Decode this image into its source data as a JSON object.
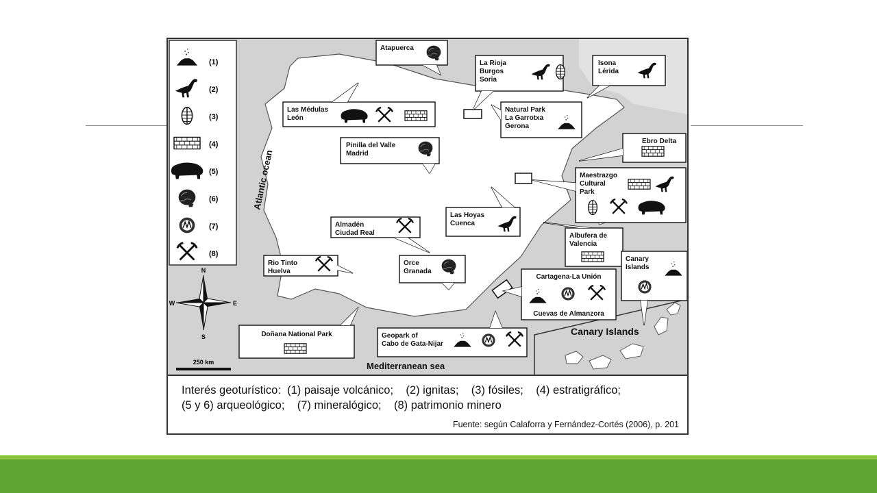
{
  "legend": [
    {
      "num": "(1)",
      "icon": "volcano-icon"
    },
    {
      "num": "(2)",
      "icon": "dinosaur-icon"
    },
    {
      "num": "(3)",
      "icon": "trilobite-icon"
    },
    {
      "num": "(4)",
      "icon": "strata-icon"
    },
    {
      "num": "(5)",
      "icon": "bison-icon"
    },
    {
      "num": "(6)",
      "icon": "skull-icon"
    },
    {
      "num": "(7)",
      "icon": "mineral-icon"
    },
    {
      "num": "(8)",
      "icon": "pickaxe-icon"
    }
  ],
  "compass": {
    "n": "N",
    "s": "S",
    "e": "E",
    "w": "W"
  },
  "scale": "250 km",
  "seas": {
    "atlantic": "Atlantic ocean",
    "mediterranean": "Mediterranean sea",
    "canary": "Canary Islands"
  },
  "sites": [
    {
      "lines": [
        "Atapuerca"
      ],
      "icons": [
        "skull-icon"
      ]
    },
    {
      "lines": [
        "La Rioja",
        "Burgos",
        "Soria"
      ],
      "icons": [
        "dinosaur-icon",
        "trilobite-icon"
      ]
    },
    {
      "lines": [
        "Isona",
        "Lérida"
      ],
      "icons": [
        "dinosaur-icon"
      ]
    },
    {
      "lines": [
        "Las Médulas",
        "León"
      ],
      "icons": [
        "bison-icon",
        "pickaxe-icon",
        "strata-icon"
      ]
    },
    {
      "lines": [
        "Natural Park",
        "La Garrotxa",
        "Gerona"
      ],
      "icons": [
        "volcano-icon"
      ]
    },
    {
      "lines": [
        "Ebro Delta"
      ],
      "icons": [
        "strata-icon"
      ]
    },
    {
      "lines": [
        "Pinilla del Valle",
        "Madrid"
      ],
      "icons": [
        "skull-icon"
      ]
    },
    {
      "lines": [
        "Maestrazgo",
        "Cultural",
        "Park"
      ],
      "icons": [
        "strata-icon",
        "dinosaur-icon",
        "trilobite-icon",
        "pickaxe-icon",
        "bison-icon"
      ]
    },
    {
      "lines": [
        "Las Hoyas",
        "Cuenca"
      ],
      "icons": [
        "dinosaur-icon"
      ]
    },
    {
      "lines": [
        "Almadén",
        "Ciudad Real"
      ],
      "icons": [
        "pickaxe-icon"
      ]
    },
    {
      "lines": [
        "Albufera de",
        "Valencia"
      ],
      "icons": [
        "strata-icon"
      ]
    },
    {
      "lines": [
        "Rio Tinto",
        "Huelva"
      ],
      "icons": [
        "pickaxe-icon"
      ]
    },
    {
      "lines": [
        "Orce",
        "Granada"
      ],
      "icons": [
        "skull-icon"
      ]
    },
    {
      "lines": [
        "Cartagena-La Unión",
        "Cuevas de Almanzora"
      ],
      "icons": [
        "volcano-icon",
        "mineral-icon",
        "pickaxe-icon"
      ]
    },
    {
      "lines": [
        "Canary",
        "Islands"
      ],
      "icons": [
        "volcano-icon",
        "mineral-icon"
      ]
    },
    {
      "lines": [
        "Doñana National Park"
      ],
      "icons": [
        "strata-icon"
      ]
    },
    {
      "lines": [
        "Geopark of",
        "Cabo de Gata-Nijar"
      ],
      "icons": [
        "volcano-icon",
        "mineral-icon",
        "pickaxe-icon"
      ]
    }
  ],
  "caption": {
    "line1": "Interés geoturístico:  (1) paisaje volcánico;    (2) ignitas;    (3) fósiles;    (4) estratigráfico;",
    "line2": "(5 y 6) arqueológico;    (7) mineralógico;    (8) patrimonio minero",
    "source": "Fuente: según Calaforra y Fernández-Cortés (2006), p. 201"
  },
  "colors": {
    "band": "#5fa534",
    "band_top": "#8cc43d",
    "sea": "#d2d2d2",
    "land": "#ffffff"
  }
}
